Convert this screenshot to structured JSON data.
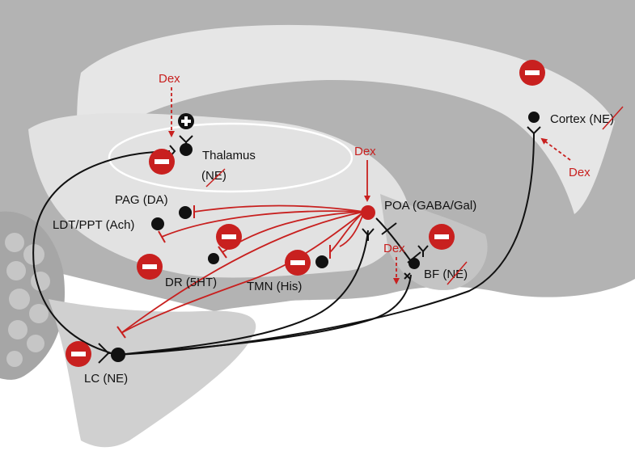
{
  "colors": {
    "inhibitory_red": "#c8201f",
    "excitatory_black": "#111111",
    "brain_dark_gray": "#b3b3b3",
    "brain_mid_gray": "#c9c9c9",
    "brain_light_gray": "#e4e4e4"
  },
  "labels": {
    "thalamus": "Thalamus",
    "thalamus_ne": "(NE)",
    "cortex": "Cortex (NE)",
    "poa": "POA (GABA/Gal)",
    "pag": "PAG (DA)",
    "ldt": "LDT/PPT (Ach)",
    "dr": "DR (5HT)",
    "tmn": "TMN (His)",
    "bf": "BF (NE)",
    "lc": "LC (NE)"
  },
  "dex": {
    "thalamus": "Dex",
    "poa": "Dex",
    "cortex": "Dex",
    "bf": "Dex"
  },
  "icons": {
    "minus": "minus-icon",
    "plus": "plus-icon"
  }
}
